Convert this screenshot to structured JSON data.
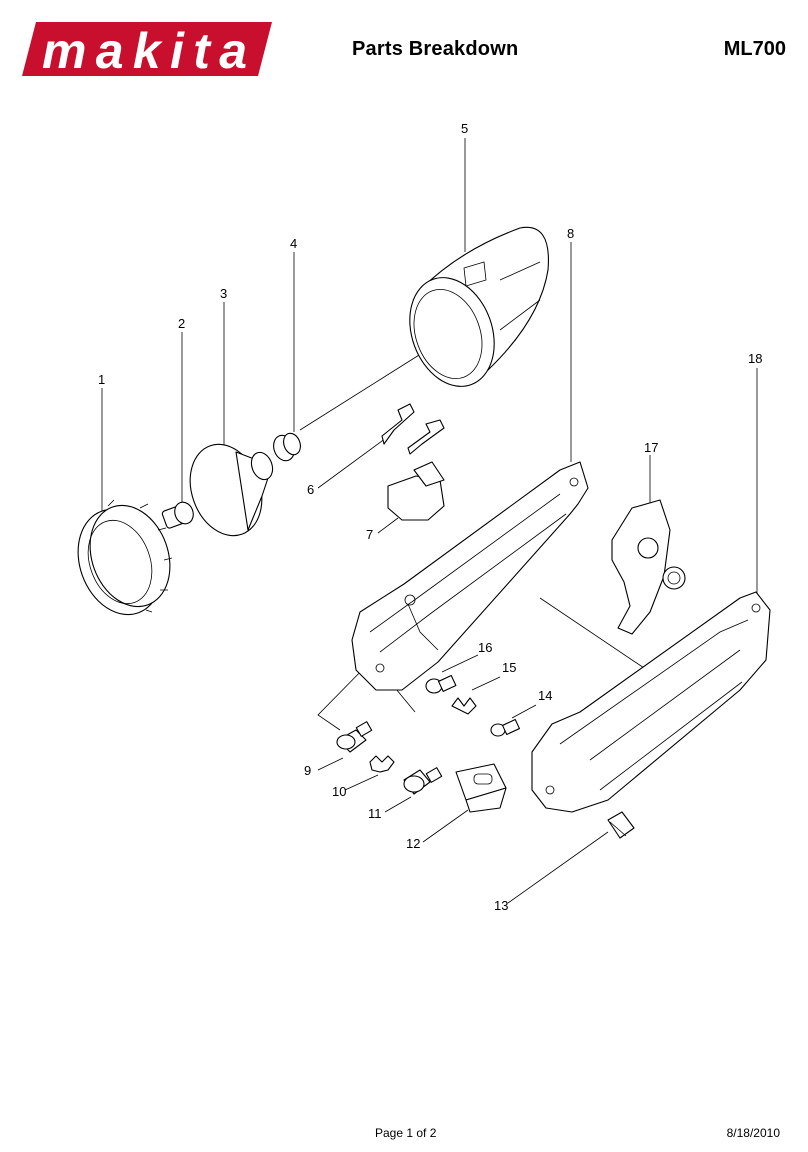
{
  "header": {
    "brand": "makita",
    "title": "Parts Breakdown",
    "model": "ML700"
  },
  "colors": {
    "brand_red": "#c8102e"
  },
  "callouts": [
    "1",
    "2",
    "3",
    "4",
    "5",
    "6",
    "7",
    "8",
    "9",
    "10",
    "11",
    "12",
    "13",
    "14",
    "15",
    "16",
    "17",
    "18"
  ],
  "footer": {
    "page": "Page 1 of 2",
    "date": "8/18/2010"
  }
}
